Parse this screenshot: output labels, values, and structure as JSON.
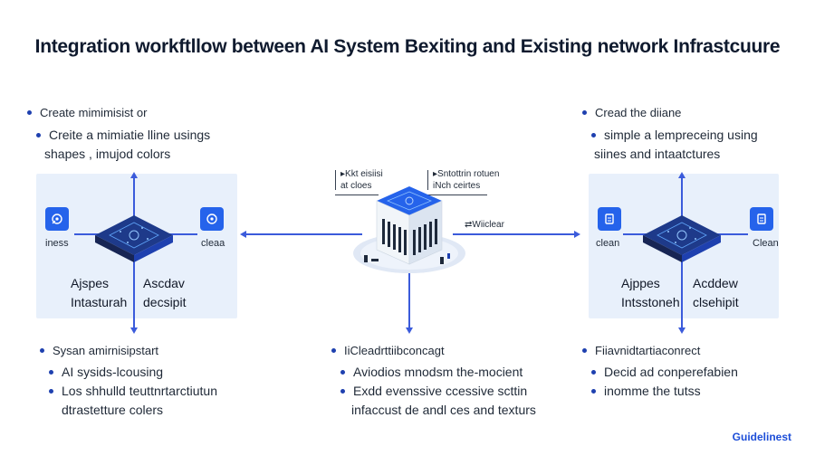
{
  "title": "Integration workftllow between AI System Bexiting and Existing network Infrastcuure",
  "left_panel": {
    "head": "Create mimimisist or",
    "bullet1": "Creite a mimiatie lline usings",
    "bullet1_cont": "shapes ,  imujod colors",
    "icon_left_label": "iness",
    "icon_right_label": "cleaa",
    "label_a_line1": "Ajspes",
    "label_a_line2": "Intasturah",
    "label_b_line1": "Ascdav",
    "label_b_line2": "decsipit"
  },
  "right_panel": {
    "head": "Cread the diiane",
    "bullet1": "simple a lempreceing using",
    "bullet1_cont": "siines and intaatctures",
    "icon_left_label": "clean",
    "icon_right_label": "Clean",
    "label_a_line1": "Ajppes",
    "label_a_line2": "Intsstoneh",
    "label_b_line1": "Acddew",
    "label_b_line2": "clsehipit"
  },
  "center": {
    "callout_left_line1": "▸Kkt eisiisi",
    "callout_left_line2": "at cloes",
    "callout_right_line1": "▸Sntottrin rotuen",
    "callout_right_line2": "iNch ceirtes",
    "side_label": "⇄Wiiclear"
  },
  "bottom_left": {
    "head": "Sysan amirnisipstart",
    "bullet1": "AI sysids-lcousing",
    "bullet2": "Los shhulld teuttnrtarctiutun",
    "bullet2_cont": "dtrastetture colers"
  },
  "bottom_center": {
    "head": "IiCleadrttiibconcagt",
    "bullet1": "Aviodios mnodsm the-mocient",
    "bullet2": "Exdd evenssive ccessive scttin",
    "bullet2_cont": "infaccust de andl ces and texturs"
  },
  "bottom_right": {
    "head": "Fiiavnidtartiaconrect",
    "bullet1": "Decid ad conperefabien",
    "bullet2": "inomme the tutss"
  },
  "footer": "Guidelinest",
  "colors": {
    "accent": "#3b5bdb",
    "icon_tile": "#2563eb",
    "panel_bg": "#e8f0fb",
    "chip_dark": "#1e3a8a",
    "footer": "#1d4ed8"
  },
  "icons": {
    "tile_icon": "circuit-icon",
    "chip": "chip-icon",
    "server": "server-building-icon"
  }
}
